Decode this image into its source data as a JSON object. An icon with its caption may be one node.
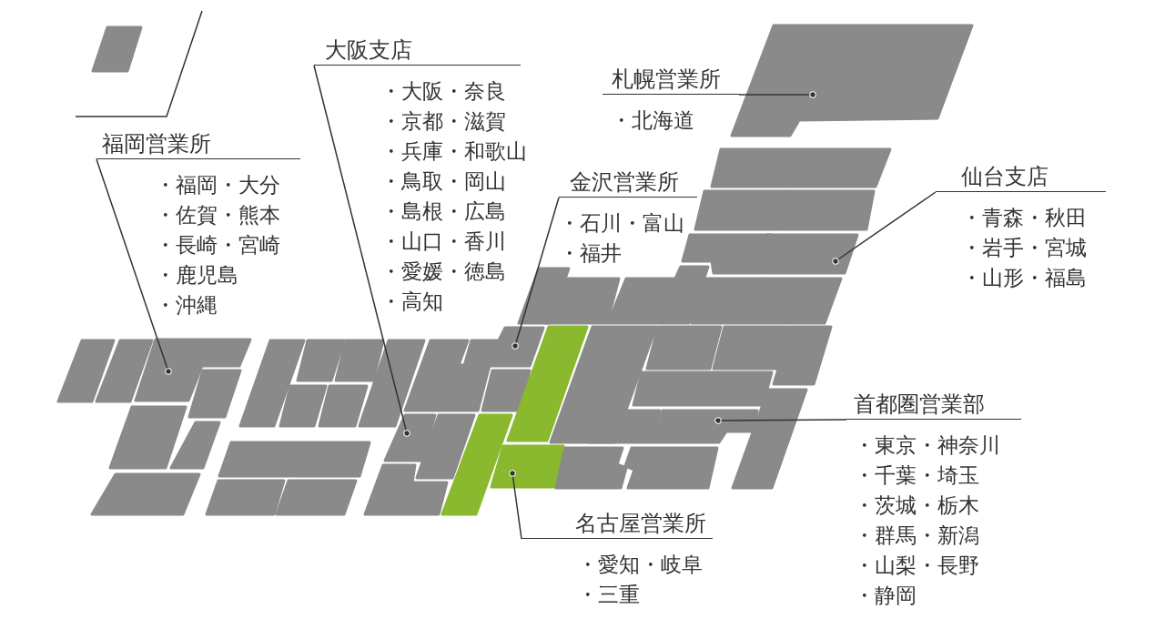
{
  "diagram": {
    "nodes": [
      {
        "text": [
          "大阪支店",
          "・大阪・奈良",
          "・京都・滋賀",
          "・兵庫・和歌山",
          "・鳥取・岡山",
          "・島根・広島",
          "・山口・香川",
          "・愛媛・徳島",
          "・高知"
        ]
      },
      {
        "text": [
          "札幌営業所",
          "・北海道"
        ]
      },
      {
        "text": [
          "福岡営業所",
          "・福岡・大分",
          "・佐賀・熊本",
          "・長崎・宮崎",
          "・鹿児島",
          "・沖縄"
        ]
      },
      {
        "text": [
          "仙台支店",
          "・青森・秋田",
          "・岩手・宮城",
          "・山形・福島"
        ]
      },
      {
        "text": [
          "金沢営業所",
          "・石川・富山",
          "・福井"
        ]
      },
      {
        "text": [
          "首都圏営業部",
          "・東京・神奈川",
          "・千葉・埼玉",
          "・茨城・栃木",
          "・群馬・新潟",
          "・山梨・長野",
          "・静岡"
        ]
      },
      {
        "text": [
          "名古屋営業所",
          "・愛知・岐阜",
          "・三重"
        ]
      },
      {
        "text": [],
        "shape": "box"
      },
      {
        "text": [],
        "shape": "box"
      },
      {
        "text": [],
        "shape": "box"
      },
      {
        "text": [],
        "shape": "box"
      },
      {
        "text": [],
        "shape": "box"
      },
      {
        "text": [],
        "shape": "box"
      },
      {
        "text": [],
        "shape": "box"
      },
      {
        "text": [],
        "shape": "box"
      },
      {
        "text": [],
        "shape": "box"
      },
      {
        "text": [],
        "shape": "box"
      },
      {
        "text": [],
        "shape": "box"
      },
      {
        "text": [],
        "shape": "box"
      },
      {
        "text": [],
        "shape": "box"
      },
      {
        "text": [],
        "shape": "box"
      },
      {
        "text": [],
        "shape": "box"
      },
      {
        "text": [],
        "shape": "box"
      },
      {
        "text": [],
        "shape": "box"
      },
      {
        "text": [],
        "shape": "box"
      },
      {
        "text": [],
        "shape": "box"
      },
      {
        "text": [],
        "shape": "box"
      },
      {
        "text": [],
        "shape": "box"
      },
      {
        "text": [],
        "shape": "box"
      },
      {
        "text": [],
        "shape": "box"
      },
      {
        "text": [],
        "shape": "box"
      },
      {
        "text": [],
        "shape": "box"
      },
      {
        "text": [],
        "shape": "box"
      },
      {
        "text": [],
        "shape": "box"
      },
      {
        "text": [],
        "shape": "box"
      },
      {
        "text": [],
        "shape": "box"
      },
      {
        "text": [],
        "shape": "box"
      },
      {
        "text": [],
        "shape": "box"
      },
      {
        "text": [],
        "shape": "box"
      },
      {
        "text": [],
        "shape": "box"
      },
      {
        "text": [],
        "shape": "box"
      },
      {
        "text": [],
        "shape": "box"
      },
      {
        "text": [],
        "shape": "box"
      },
      {
        "text": [],
        "shape": "box"
      },
      {
        "text": [],
        "shape": "box"
      },
      {
        "text": [],
        "shape": "box"
      },
      {
        "text": [],
        "shape": "box"
      },
      {
        "text": [],
        "shape": "box"
      },
      {
        "text": [],
        "shape": "box"
      },
      {
        "text": [],
        "shape": "box"
      },
      {
        "text": [],
        "shape": "box"
      },
      {
        "text": [],
        "shape": "box"
      },
      {
        "text": [],
        "shape": "box"
      },
      {
        "text": [],
        "shape": "box"
      }
    ],
    "edges": [
      {
        "from": 0,
        "to": 7,
        "arrow": "other"
      },
      {
        "from": 1,
        "to": 8,
        "arrow": "other"
      },
      {
        "from": 2,
        "to": 9,
        "arrow": "other"
      },
      {
        "from": 3,
        "to": 10,
        "arrow": "other"
      },
      {
        "from": 4,
        "to": 11,
        "arrow": "other"
      },
      {
        "from": 5,
        "to": 12,
        "arrow": "other"
      },
      {
        "from": 6,
        "to": 13,
        "arrow": "other"
      }
    ]
  }
}
